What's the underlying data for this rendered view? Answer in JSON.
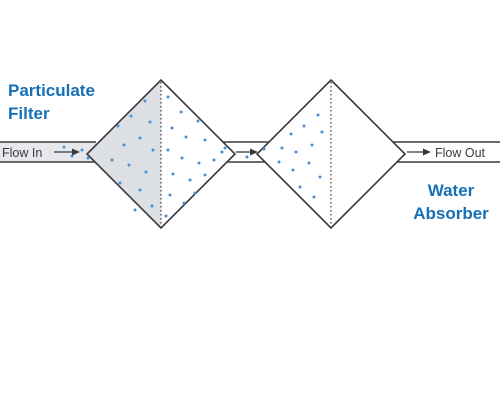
{
  "diagram": {
    "filter_label_line1": "Particulate",
    "filter_label_line2": "Filter",
    "absorber_label_line1": "Water",
    "absorber_label_line2": "Absorber",
    "flow_in_label": "Flow In",
    "flow_out_label": "Flow Out",
    "colors": {
      "label_blue": "#1570b7",
      "particle_blue": "#4a90d6",
      "outline": "#3a3a3a",
      "filter_fill": "#dcdfe4",
      "pipe_fill": "#e6e8ec"
    },
    "icons": {
      "flow_arrow": "right-arrow-icon"
    }
  }
}
